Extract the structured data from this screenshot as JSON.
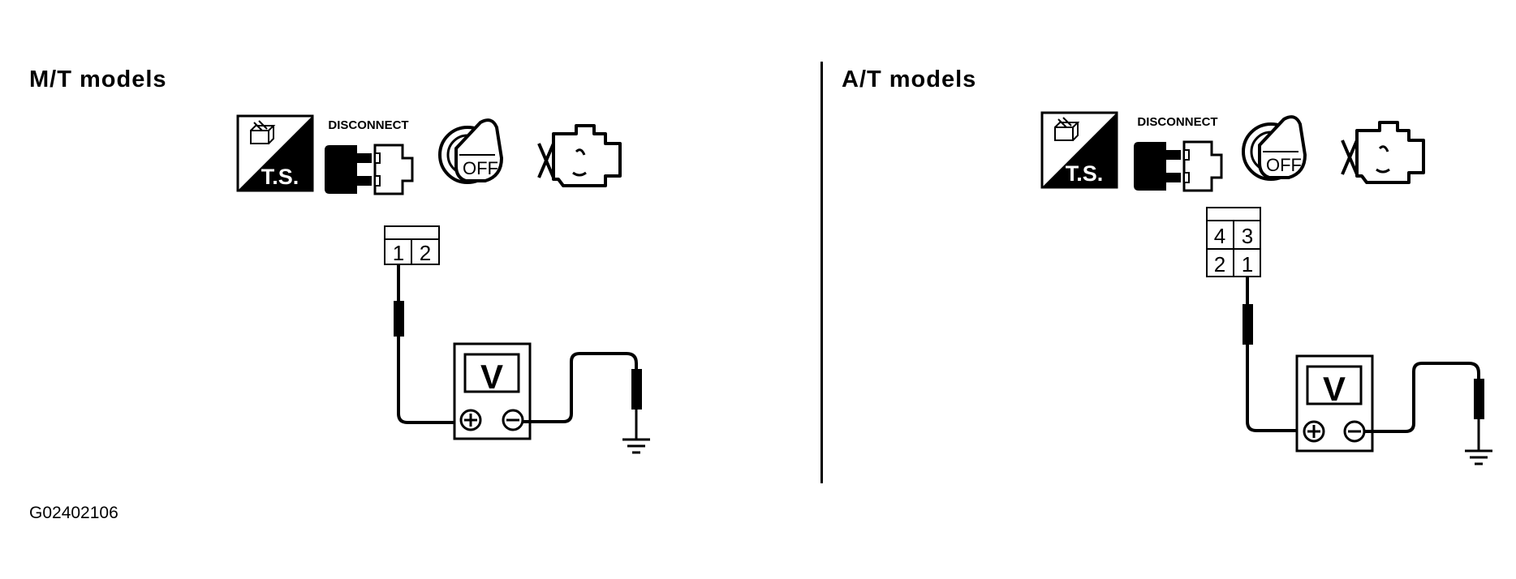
{
  "panels": [
    {
      "title": "M/T models",
      "icons": [
        "ts-icon",
        "disconnect-icon",
        "ignition-off-icon",
        "engine-stop-icon"
      ],
      "connector": {
        "rows": [
          [
            "1",
            "2"
          ]
        ]
      },
      "meter_label": "V"
    },
    {
      "title": "A/T models",
      "icons": [
        "ts-icon",
        "disconnect-icon",
        "ignition-off-icon",
        "engine-stop-icon"
      ],
      "connector": {
        "rows": [
          [
            "4",
            "3"
          ],
          [
            "2",
            "1"
          ]
        ]
      },
      "meter_label": "V"
    }
  ],
  "icon_text": {
    "ts": "T.S.",
    "disconnect": "DISCONNECT",
    "off": "OFF"
  },
  "figure_id": "G02402106"
}
